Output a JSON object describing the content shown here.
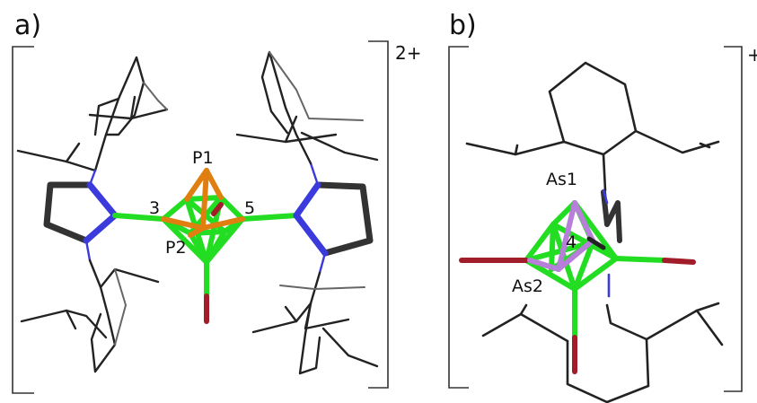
{
  "panels": [
    {
      "letter": "a)",
      "charge": "2+",
      "labels": {
        "p1": "P1",
        "p2": "P2",
        "n3": "3",
        "n5": "5"
      }
    },
    {
      "letter": "b)",
      "charge": "+",
      "labels": {
        "as1": "As1",
        "as2": "As2",
        "n4": "4"
      }
    }
  ],
  "colors": {
    "carbon": "#1a1a1a",
    "ring_carbon": "#333333",
    "boron": "#22dd22",
    "nitrogen": "#3b3bdd",
    "phosphorus": "#e07f10",
    "arsenic": "#b77fd9",
    "bromine": "#a21d2a",
    "bracket": "#333333"
  },
  "icons": {
    "molecule_a": "p2b10-dication-structure",
    "molecule_b": "as2b10-cation-structure"
  }
}
